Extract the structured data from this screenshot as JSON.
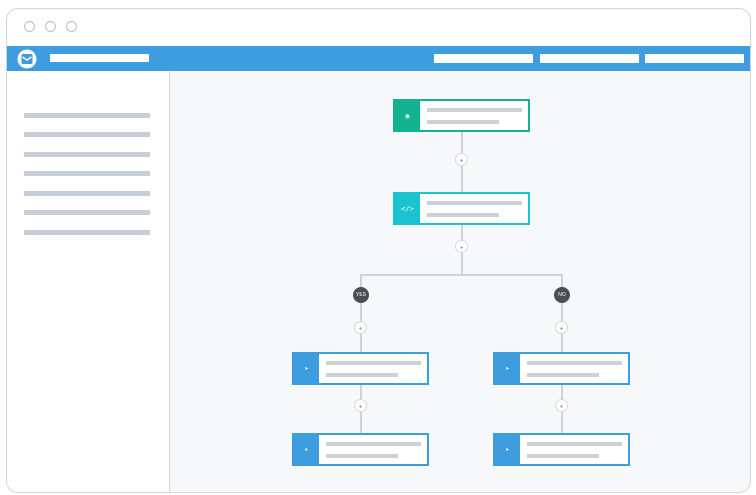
{
  "window": {
    "controls": [
      "close",
      "minimize",
      "maximize"
    ]
  },
  "header": {
    "logo_icon": "envelope-box-icon"
  },
  "flow": {
    "trigger": {
      "icon": "eye-icon",
      "icon_glyph": "◉"
    },
    "condition": {
      "icon": "code-icon",
      "icon_glyph": "</>"
    },
    "branches": {
      "yes_label": "YES",
      "no_label": "NO"
    },
    "action_icon": "send-icon",
    "action_glyph": "➤"
  },
  "colors": {
    "header": "#3e9ddf",
    "trigger": "#13b38f",
    "condition": "#19c3cf",
    "action": "#3e9ddf"
  }
}
